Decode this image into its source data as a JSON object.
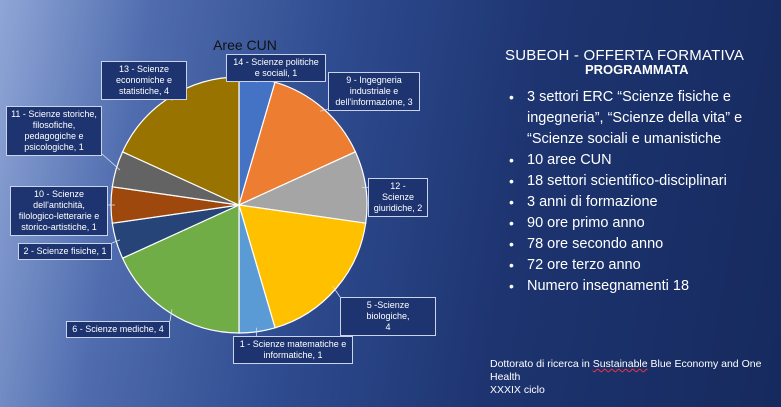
{
  "slide": {
    "pie_title": "Aree CUN",
    "heading_line1": "SUBEOH -  OFFERTA FORMATIVA",
    "heading_line2": "PROGRAMMATA",
    "bullets": [
      "3 settori ERC  “Scienze fisiche e ingegneria”, “Scienze della vita” e “Scienze sociali e umanistiche",
      "10 aree CUN",
      "18 settori scientifico-disciplinari",
      "3 anni di formazione",
      "90 ore primo anno",
      "78 ore secondo anno",
      "72 ore terzo anno",
      "Numero insegnamenti 18"
    ],
    "footer_line1_a": "Dottorato di ricerca in ",
    "footer_line1_b": "Sustainable",
    "footer_line1_c": " Blue Economy and One Health",
    "footer_line2": "XXXIX ciclo"
  },
  "chart_data": {
    "type": "pie",
    "title": "Aree CUN",
    "slices": [
      {
        "label": "14 - Scienze politiche e sociali, 1",
        "value": 1,
        "color": "#4472c4"
      },
      {
        "label": "9 - Ingegneria industriale e dell'informazione, 3",
        "value": 3,
        "color": "#ed7d31"
      },
      {
        "label": "12 - Scienze giuridiche, 2",
        "value": 2,
        "color": "#a5a5a5"
      },
      {
        "label": "5 -Scienze biologiche, 4",
        "value": 4,
        "color": "#ffc000"
      },
      {
        "label": "1 - Scienze matematiche e informatiche, 1",
        "value": 1,
        "color": "#5b9bd5"
      },
      {
        "label": "6 - Scienze mediche, 4",
        "value": 4,
        "color": "#70ad47"
      },
      {
        "label": "2 - Scienze fisiche, 1",
        "value": 1,
        "color": "#264478"
      },
      {
        "label": "10 - Scienze dell'antichità, filologico-letterarie e storico-artistiche, 1",
        "value": 1,
        "color": "#9e480e"
      },
      {
        "label": "11 - Scienze storiche, filosofiche, pedagogiche e psicologiche, 1",
        "value": 1,
        "color": "#636363"
      },
      {
        "label": "13 - Scienze economiche e statistiche, 4",
        "value": 4,
        "color": "#997300"
      }
    ],
    "callout_lines": [
      [
        "14 - Scienze politiche",
        "e sociali, 1"
      ],
      [
        "9 - Ingegneria",
        "industriale e",
        "dell'informazione, 3"
      ],
      [
        "12 - Scienze",
        "giuridiche, 2"
      ],
      [
        "5 -Scienze biologiche,",
        "4"
      ],
      [
        "1 - Scienze matematiche e",
        "informatiche, 1"
      ],
      [
        "6 - Scienze mediche, 4"
      ],
      [
        "2 - Scienze fisiche, 1"
      ],
      [
        "10 - Scienze",
        "dell'antichità,",
        "filologico-letterarie e",
        "storico-artistiche, 1"
      ],
      [
        "11 - Scienze storiche,",
        "filosofiche,",
        "pedagogiche e",
        "psicologiche, 1"
      ],
      [
        "13 - Scienze",
        "economiche e",
        "statistiche, 4"
      ]
    ]
  }
}
